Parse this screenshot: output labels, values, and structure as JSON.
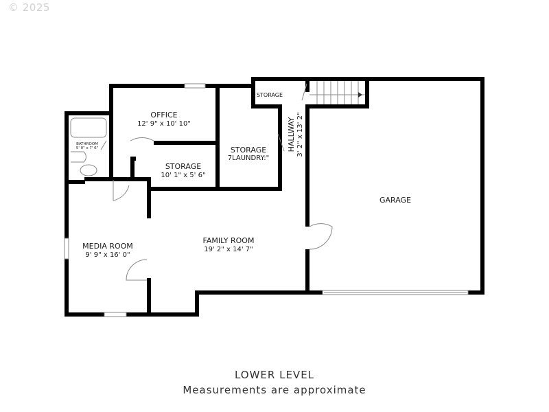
{
  "copyright": "© 2025",
  "floor": {
    "title": "LOWER LEVEL",
    "note": "Measurements are approximate"
  },
  "rooms": {
    "office": {
      "name": "OFFICE",
      "dims": "12' 9\" x 10' 10\""
    },
    "bathroom": {
      "name": "BATHROOM",
      "dims": "5' 0\" x 7' 6\""
    },
    "storage_small": {
      "name": "STORAGE",
      "dims": "10' 1\" x 5' 6\""
    },
    "storage_laundry": {
      "name": "STORAGE",
      "sub": "7LAUNDRY:\""
    },
    "storage_top": {
      "name": "STORAGE"
    },
    "hallway": {
      "name": "HALLWAY",
      "dims": "3' 2\" x 13' 2\""
    },
    "garage": {
      "name": "GARAGE"
    },
    "media_room": {
      "name": "MEDIA ROOM",
      "dims": "9' 9\" x 16' 0\""
    },
    "family_room": {
      "name": "FAMILY ROOM",
      "dims": "19' 2\" x 14' 7\""
    }
  },
  "colors": {
    "wall": "#000000",
    "fixture": "#888888",
    "background": "#ffffff"
  }
}
